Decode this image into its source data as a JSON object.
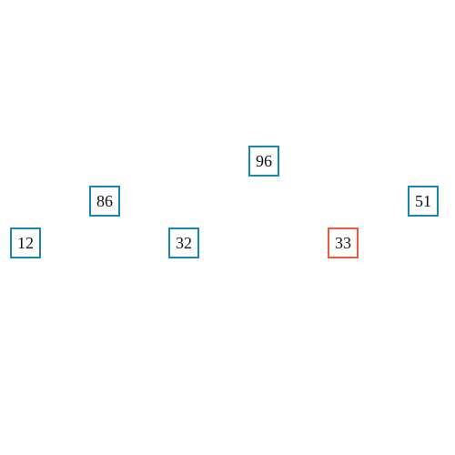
{
  "colors": {
    "node_border": "#1a85b3",
    "highlight_border": "#e8593d"
  },
  "tree": {
    "root": "96",
    "left": "86",
    "right": "51",
    "left_left": "12",
    "left_right": "32",
    "right_left": "33",
    "highlighted_node": "33"
  }
}
